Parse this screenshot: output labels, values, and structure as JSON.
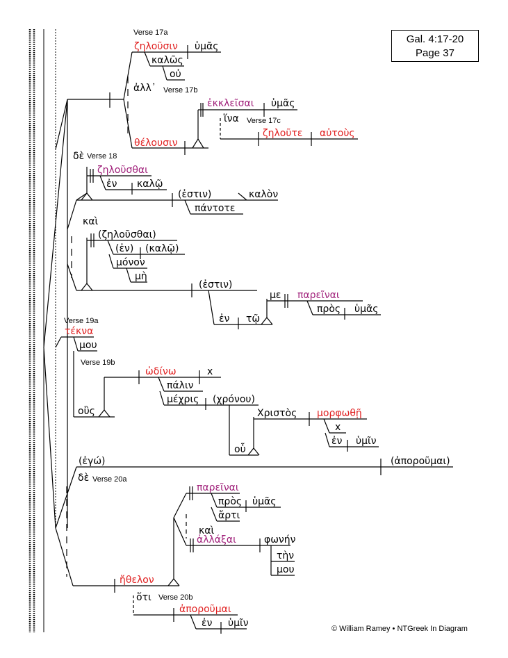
{
  "title_box": {
    "line1": "Gal. 4:17-20",
    "line2": "Page 37"
  },
  "copyright": "© William Ramey • NTGreek In Diagram",
  "colors": {
    "main_verb": "#e02020",
    "infinitive": "#a0207a",
    "line": "#000000"
  },
  "verses": {
    "v17a": "Verse 17a",
    "v17b": "Verse 17b",
    "v17c": "Verse 17c",
    "v18": "Verse 18",
    "v19a": "Verse 19a",
    "v19b": "Verse 19b",
    "v20a": "Verse 20a",
    "v20b": "Verse 20b"
  },
  "words": {
    "zelousin": "ζηλοῦσιν",
    "humas1": "ὑμᾶς",
    "kalos": "καλῶς",
    "ou": "οὐ",
    "all": "ἀλλ᾽",
    "ekkleisai": "ἐκκλεῖσαι",
    "humas2": "ὑμᾶς",
    "hina": "ἵνα",
    "zeloute": "ζηλοῦτε",
    "autous": "αὐτοὺς",
    "thelousin": "θέλουσιν",
    "de1": "δὲ",
    "zelousthai1": "ζηλοῦσθαι",
    "en1": "ἐν",
    "kalo1": "καλῷ",
    "estin1": "(ἐστιν)",
    "kalon": "καλὸν",
    "pantote": "πάντοτε",
    "kai1": "καὶ",
    "zelousthai2": "(ζηλοῦσθαι)",
    "en2": "(ἐν)",
    "kalo2": "(καλῷ)",
    "monon": "μόνον",
    "me": "μὴ",
    "estin2": "(ἐστιν)",
    "en3": "ἐν",
    "to": "τῷ",
    "me2": "με",
    "pareinai1": "παρεῖναι",
    "pros1": "πρὸς",
    "humas3": "ὑμᾶς",
    "tekna": "τέκνα",
    "mou1": "μου",
    "odino": "ὠδίνω",
    "x1": "x",
    "palin": "πάλιν",
    "mechris": "μέχρις",
    "chronou": "(χρόνου)",
    "hous": "οὓς",
    "christos": "Χριστὸς",
    "morphothe": "μορφωθῇ",
    "x2": "x",
    "en4": "ἐν",
    "humin1": "ὑμῖν",
    "hou": "οὗ",
    "ego": "(ἐγώ)",
    "aporoumai1": "(ἀποροῦμαι)",
    "de2": "δὲ",
    "pareinai2": "παρεῖναι",
    "pros2": "πρὸς",
    "humas4": "ὑμᾶς",
    "arti": "ἄρτι",
    "kai2": "καὶ",
    "allaxai": "ἀλλάξαι",
    "phonen": "φωνήν",
    "ten": "τὴν",
    "mou2": "μου",
    "ethelon": "ἤθελον",
    "hoti": "ὅτι",
    "aporoumai2": "ἀποροῦμαι",
    "en5": "ἐν",
    "humin2": "ὑμῖν"
  }
}
